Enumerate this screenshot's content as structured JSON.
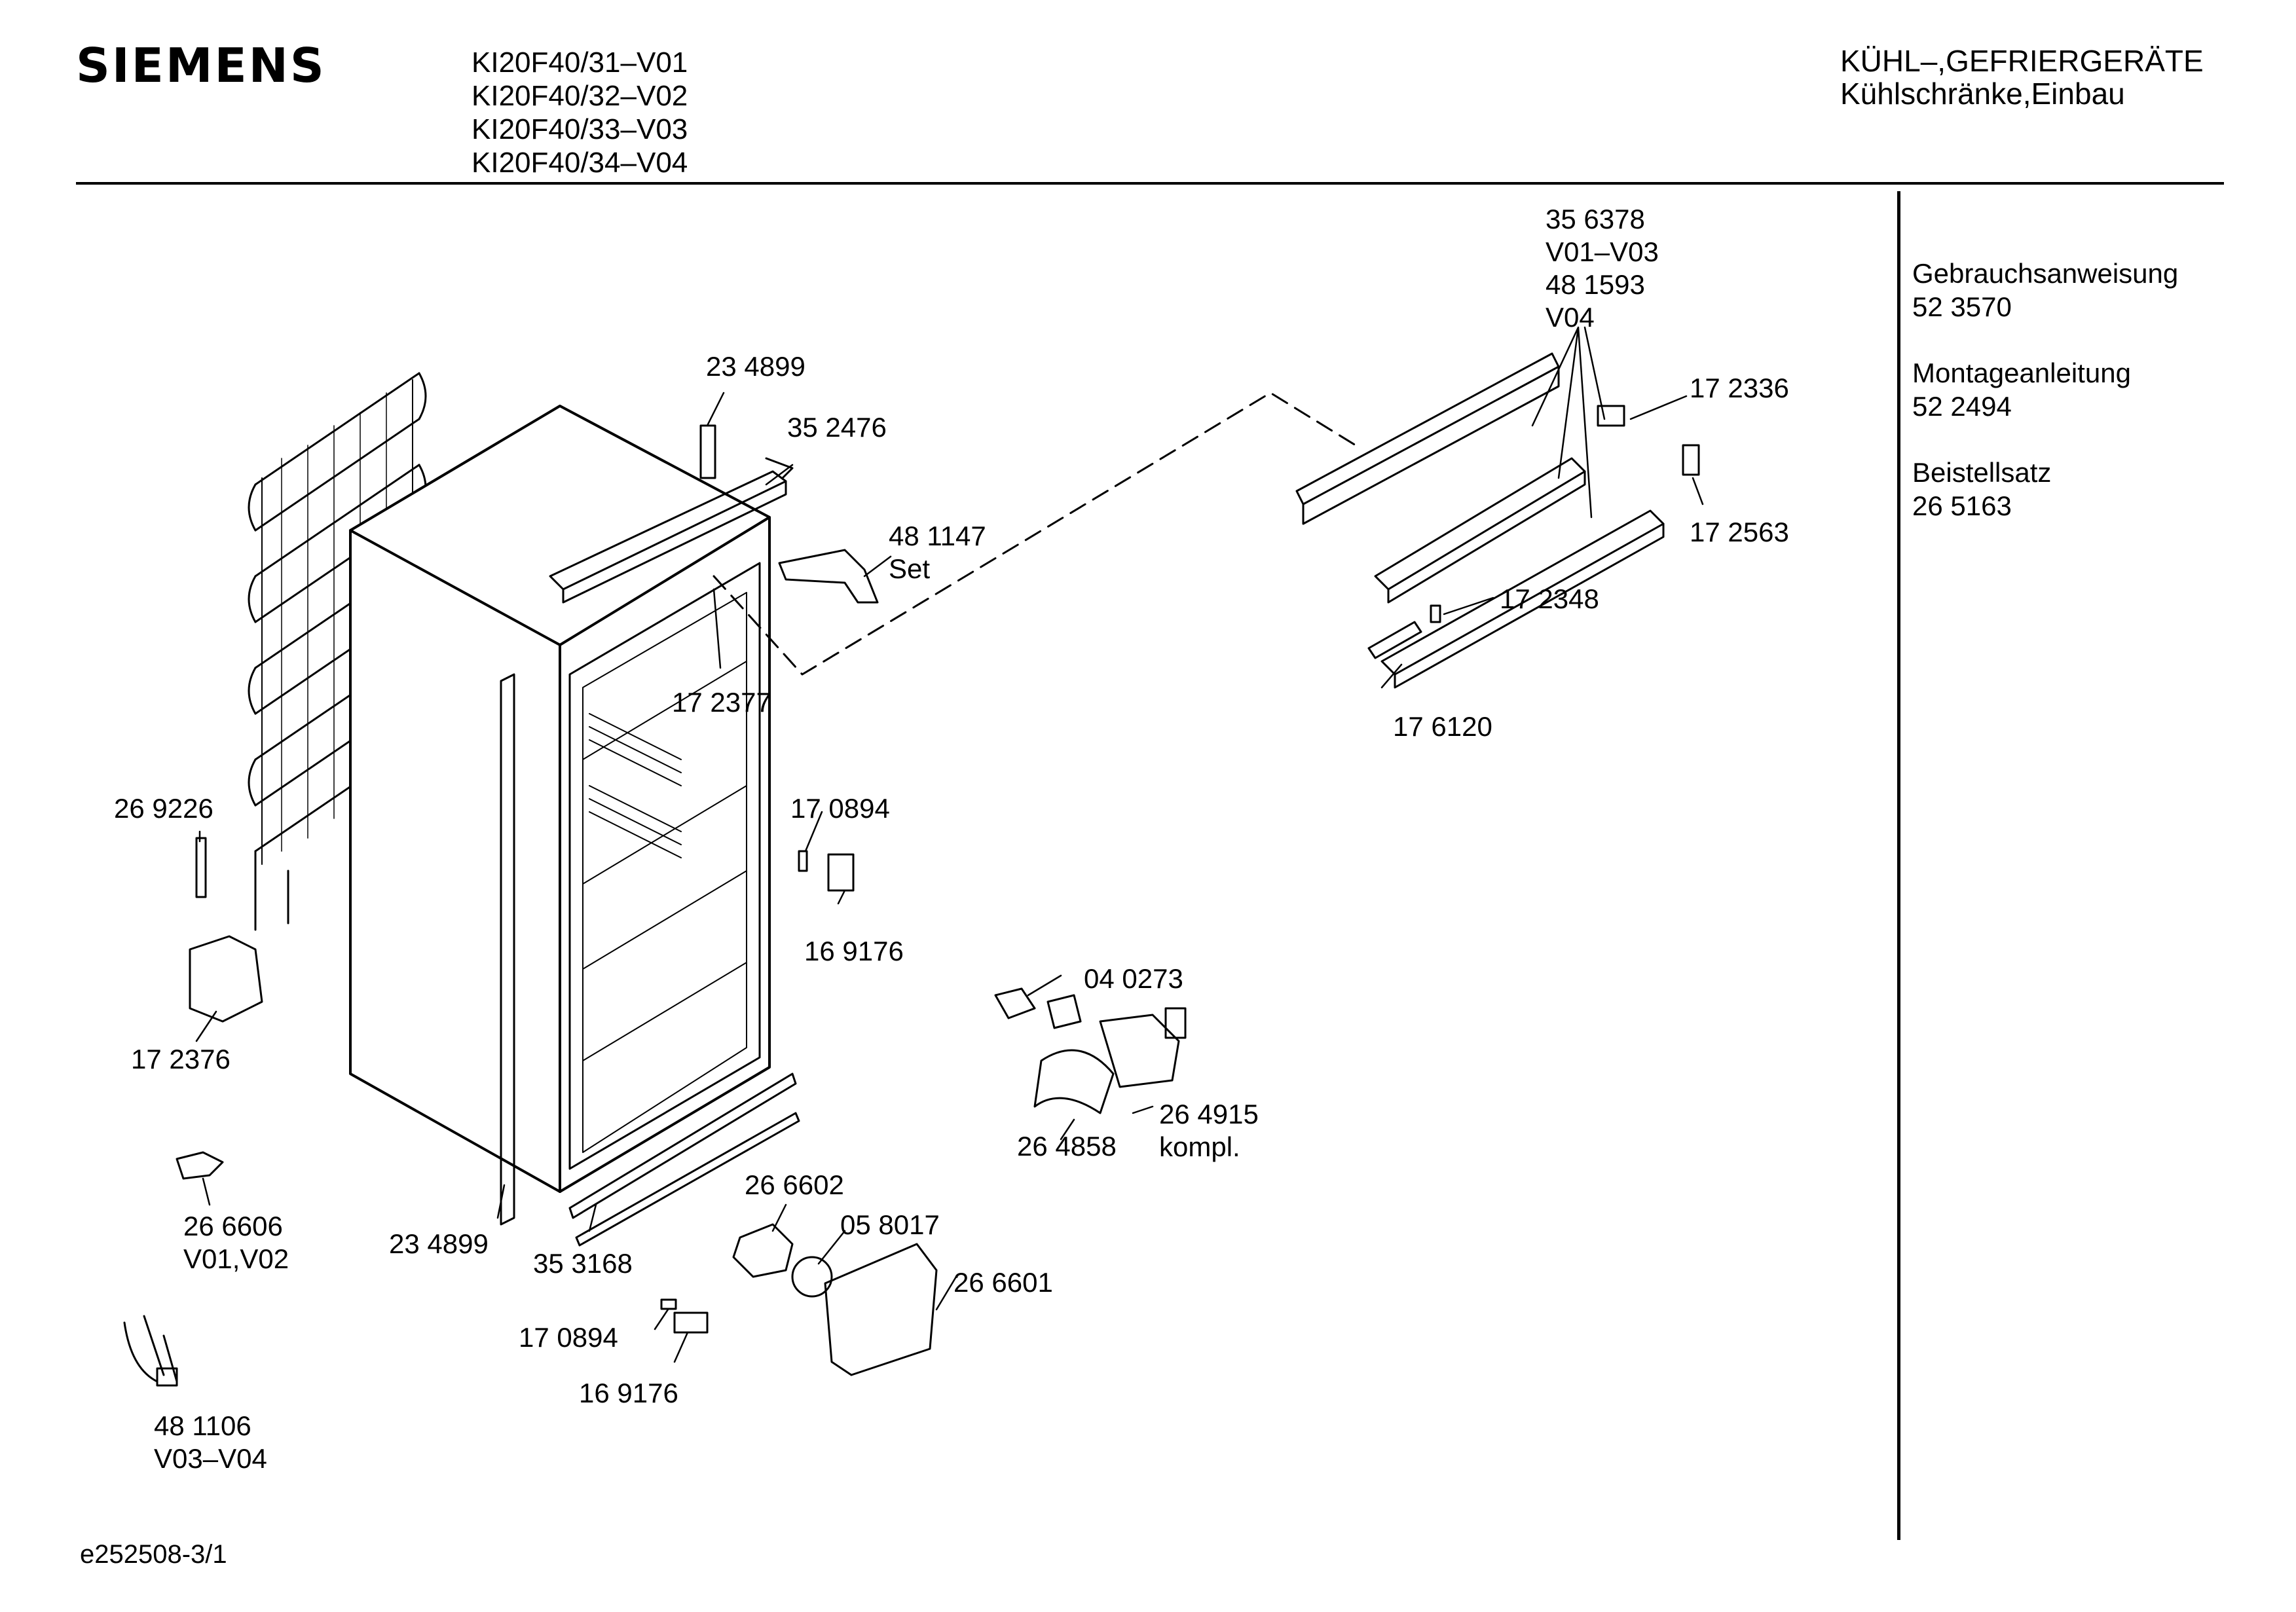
{
  "header": {
    "brand": "SIEMENS",
    "models": [
      "KI20F40/31–V01",
      "KI20F40/32–V02",
      "KI20F40/33–V03",
      "KI20F40/34–V04"
    ],
    "category": "KÜHL–,GEFRIERGERÄTE",
    "subcategory": "Kühlschränke,Einbau"
  },
  "documents": [
    {
      "name": "Gebrauchsanweisung",
      "number": "52 3570"
    },
    {
      "name": "Montageanleitung",
      "number": "52 2494"
    },
    {
      "name": "Beistellsatz",
      "number": "26 5163"
    }
  ],
  "footer": {
    "drawing_id": "e252508-3/1"
  },
  "parts": {
    "p356378": [
      "35 6378",
      "V01–V03",
      "48 1593",
      "V04"
    ],
    "p234899_top": [
      "23 4899"
    ],
    "p352476": [
      "35 2476"
    ],
    "p481147": [
      "48 1147",
      "Set"
    ],
    "p172377": [
      "17 2377"
    ],
    "p172336": [
      "17 2336"
    ],
    "p172563": [
      "17 2563"
    ],
    "p172348": [
      "17 2348"
    ],
    "p176120": [
      "17 6120"
    ],
    "p269226": [
      "26 9226"
    ],
    "p170894_a": [
      "17 0894"
    ],
    "p169176_a": [
      "16 9176"
    ],
    "p172376": [
      "17 2376"
    ],
    "p040273": [
      "04 0273"
    ],
    "p264915": [
      "26 4915",
      "kompl."
    ],
    "p264858": [
      "26 4858"
    ],
    "p266606": [
      "26 6606",
      "V01,V02"
    ],
    "p234899_bottom": [
      "23 4899"
    ],
    "p353168": [
      "35 3168"
    ],
    "p266602": [
      "26 6602"
    ],
    "p058017": [
      "05 8017"
    ],
    "p266601": [
      "26 6601"
    ],
    "p170894_b": [
      "17 0894"
    ],
    "p169176_b": [
      "16 9176"
    ],
    "p481106": [
      "48 1106",
      "V03–V04"
    ]
  }
}
